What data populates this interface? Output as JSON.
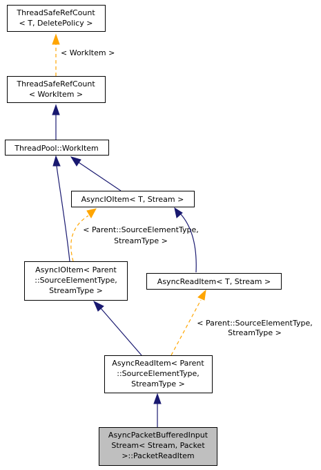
{
  "nodes": {
    "ts_policy": {
      "lines": [
        "ThreadSafeRefCount",
        "< T, DeletePolicy >"
      ]
    },
    "ts_workitem": {
      "lines": [
        "ThreadSafeRefCount",
        "< WorkItem >"
      ]
    },
    "workitem": {
      "lines": [
        "ThreadPool::WorkItem"
      ]
    },
    "asyncio_t": {
      "lines": [
        "AsyncIOItem< T, Stream >"
      ]
    },
    "asyncio_parent": {
      "lines": [
        "AsyncIOItem< Parent",
        "::SourceElementType,",
        "StreamType >"
      ]
    },
    "asyncread_t": {
      "lines": [
        "AsyncReadItem< T, Stream >"
      ]
    },
    "asyncread_parent": {
      "lines": [
        "AsyncReadItem< Parent",
        "::SourceElementType,",
        "StreamType >"
      ]
    },
    "packet": {
      "lines": [
        "AsyncPacketBufferedInput",
        "Stream< Stream, Packet",
        ">::PacketReadItem"
      ]
    }
  },
  "edge_labels": {
    "workitem_template": {
      "lines": [
        "< WorkItem >"
      ]
    },
    "asyncio_template": {
      "lines": [
        "< Parent::SourceElementType,",
        "StreamType >"
      ]
    },
    "asyncread_template": {
      "lines": [
        "< Parent::SourceElementType,",
        "StreamType >"
      ]
    }
  },
  "colors": {
    "inheritance_edge": "#191970",
    "template_edge": "#ffa500",
    "current_node_fill": "#bfbfbf"
  }
}
